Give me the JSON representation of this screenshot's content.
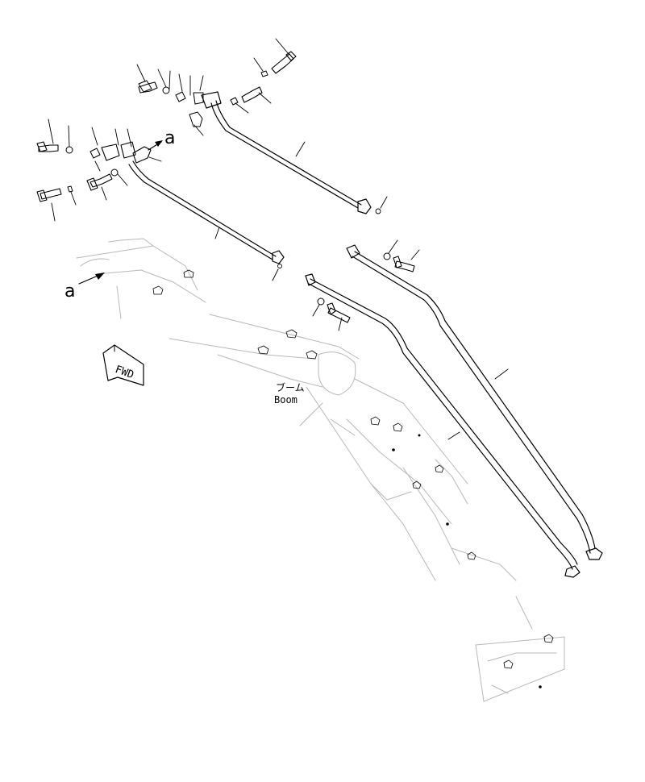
{
  "labels": {
    "ref_a_upper": "a",
    "ref_a_lower": "a",
    "fwd": "FWD",
    "boom_jp": "ブーム",
    "boom_en": "Boom"
  },
  "colors": {
    "ink": "#000000",
    "faint_outline": "#b8b8b8",
    "background": "#ffffff"
  }
}
